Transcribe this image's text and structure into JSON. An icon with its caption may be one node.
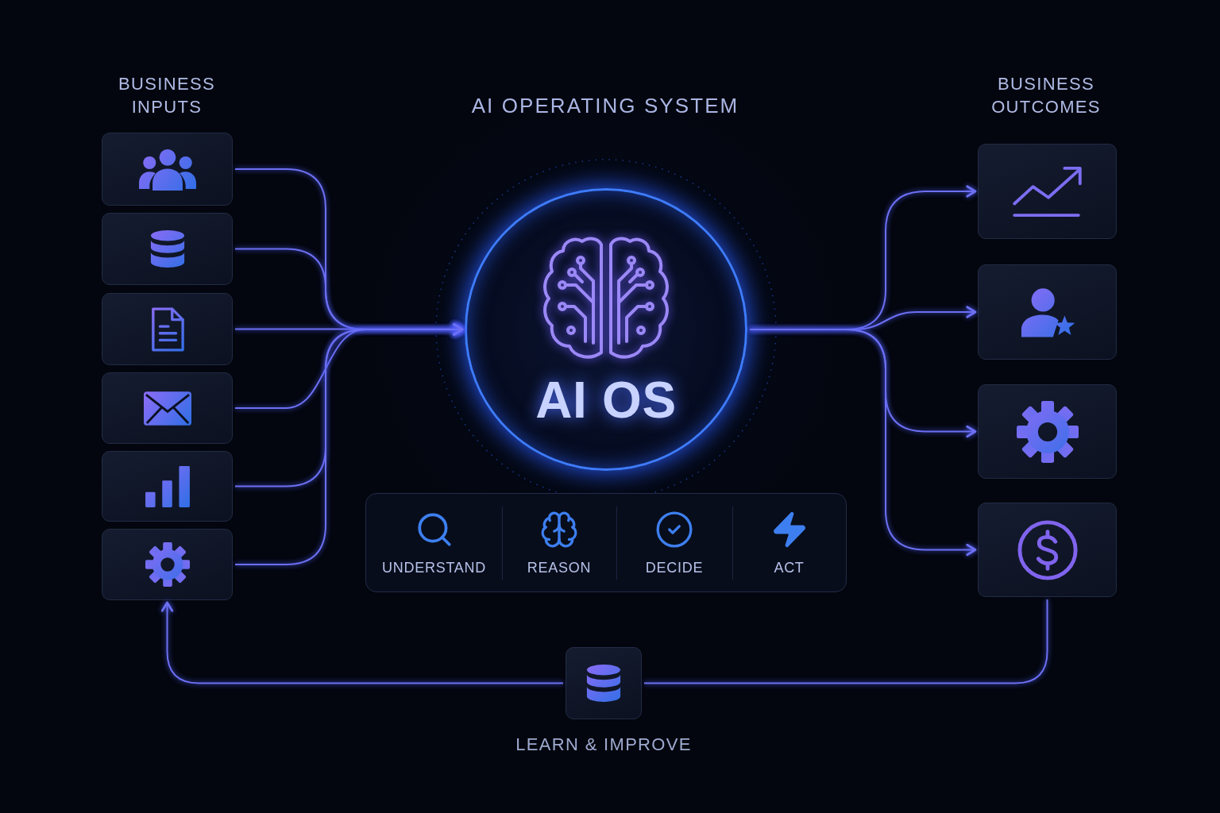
{
  "diagram": {
    "title": "AI OPERATING SYSTEM",
    "nodes": [
      {
        "text": [],
        "shape": "box"
      },
      {
        "text": [],
        "shape": "box"
      },
      {
        "text": [],
        "shape": "box"
      },
      {
        "text": [],
        "shape": "box"
      },
      {
        "text": [],
        "shape": "box"
      },
      {
        "text": [],
        "shape": "box"
      },
      {
        "text": [
          "AI OS"
        ]
      },
      {
        "text": [
          "UNDERSTAND",
          "REASON",
          "DECIDE",
          "ACT"
        ]
      },
      {
        "text": [],
        "shape": "box"
      },
      {
        "text": [],
        "shape": "box"
      },
      {
        "text": [],
        "shape": "box"
      },
      {
        "text": [],
        "shape": "box"
      },
      {
        "text": [],
        "shape": "box",
        "beside": [
          "LEARN & IMPROVE"
        ]
      }
    ],
    "edges": [
      {
        "from": 0,
        "to": 6,
        "arrow": "to"
      },
      {
        "from": 1,
        "to": 6,
        "arrow": "to"
      },
      {
        "from": 2,
        "to": 6,
        "arrow": "to"
      },
      {
        "from": 3,
        "to": 6,
        "arrow": "to"
      },
      {
        "from": 4,
        "to": 6,
        "arrow": "to"
      },
      {
        "from": 5,
        "to": 6,
        "arrow": "to"
      },
      {
        "from": 6,
        "to": 8,
        "arrow": "to"
      },
      {
        "from": 6,
        "to": 9,
        "arrow": "to"
      },
      {
        "from": 6,
        "to": 10,
        "arrow": "to"
      },
      {
        "from": 6,
        "to": 11,
        "arrow": "to"
      },
      {
        "from": 11,
        "to": 12,
        "arrow": "none"
      },
      {
        "from": 12,
        "to": 5,
        "arrow": "to"
      }
    ],
    "labels": [
      "BUSINESS INPUTS",
      "BUSINESS OUTCOMES"
    ]
  }
}
